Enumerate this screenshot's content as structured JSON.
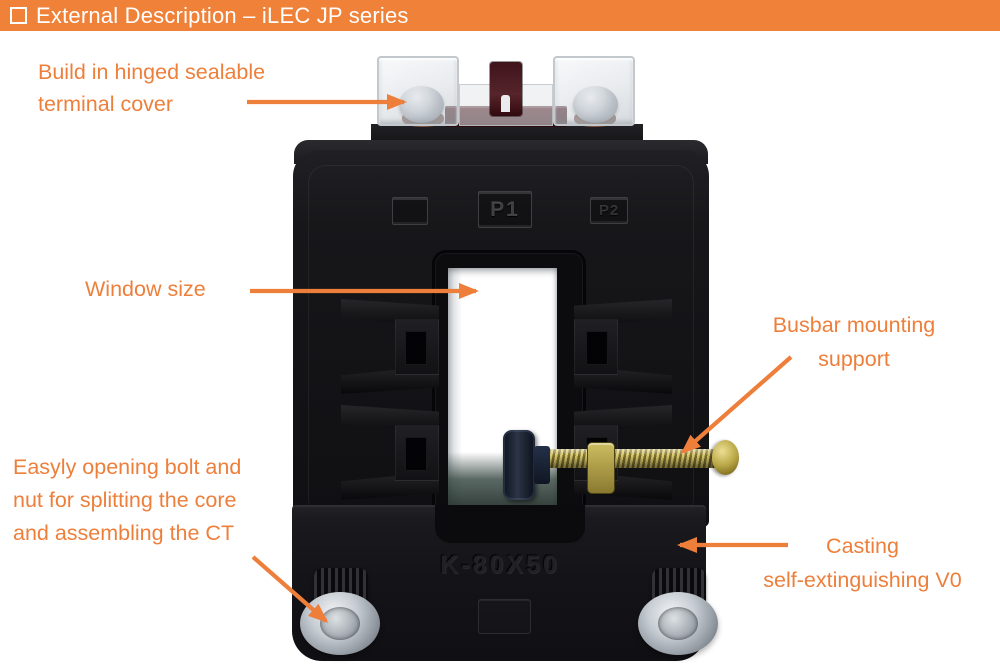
{
  "accent_color": "#ee7f3b",
  "header": {
    "title": "External Description – iLEC JP series",
    "bg_color": "#ef8138",
    "text_color": "#ffffff"
  },
  "annotations": {
    "terminal_cover": {
      "lines": [
        "Build in hinged sealable",
        "terminal cover"
      ]
    },
    "window_size": {
      "lines": [
        "Window size"
      ]
    },
    "busbar_support": {
      "lines": [
        "Busbar mounting",
        "support"
      ]
    },
    "bolt_nut": {
      "lines": [
        "Easyly opening bolt and",
        "nut for splitting the core",
        "and assembling the CT"
      ]
    },
    "casting": {
      "lines": [
        "Casting",
        "self-extinguishing V0"
      ]
    }
  },
  "device": {
    "model_embossed": "K-80X50",
    "terminal_markings": {
      "center": "P1",
      "right": "P2"
    }
  }
}
